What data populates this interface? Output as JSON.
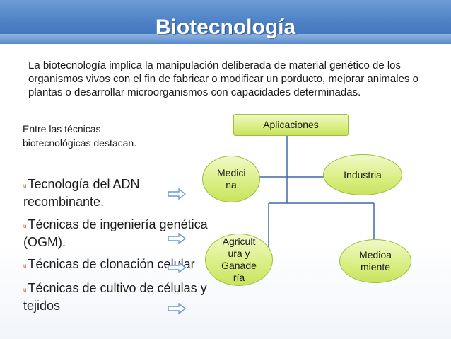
{
  "title": "Biotecnología",
  "intro": "La biotecnología implica la manipulación deliberada de material genético de los organismos vivos con el fin de fabricar o modificar un porducto, mejorar animales o plantas o desarrollar microorganismos con capacidades determinadas.",
  "subheading": "Entre las técnicas biotecnológicas destacan.",
  "bullet_marker": "u",
  "bullets": [
    "Tecnología del ADN recombinante.",
    "Técnicas de ingeniería genética (OGM).",
    "Técnicas de clonación celular",
    "Técnicas de cultivo de células y tejidos"
  ],
  "diagram": {
    "root": "Aplicaciones",
    "nodes": {
      "medicina": "Medici na",
      "industria": "Industria",
      "agricultura": "Agricult ura y Ganade ría",
      "medioambiente": "Medioa miente"
    }
  },
  "colors": {
    "title_bar": "#4a7fc4",
    "node_fill": "#dbef86",
    "node_border": "#9dbd3d",
    "arrow": "#6a9ad6",
    "line": "#3e6aa8"
  }
}
